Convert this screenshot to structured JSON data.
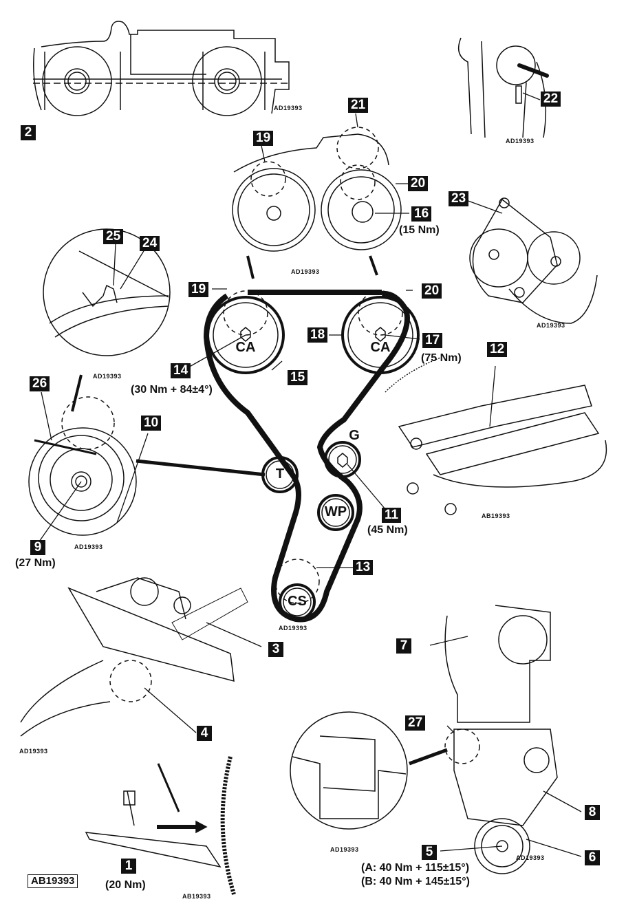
{
  "reference_code": "AB19393",
  "drawing_refs": {
    "ad": "AD19393",
    "ab": "AB19393"
  },
  "callouts": [
    {
      "id": "1",
      "label": "1",
      "torque": "(20 Nm)"
    },
    {
      "id": "2",
      "label": "2"
    },
    {
      "id": "3",
      "label": "3"
    },
    {
      "id": "4",
      "label": "4"
    },
    {
      "id": "5",
      "label": "5",
      "torque_a": "(A: 40 Nm + 115±15°)",
      "torque_b": "(B: 40 Nm + 145±15°)"
    },
    {
      "id": "6",
      "label": "6"
    },
    {
      "id": "7",
      "label": "7"
    },
    {
      "id": "8",
      "label": "8"
    },
    {
      "id": "9",
      "label": "9",
      "torque": "(27 Nm)"
    },
    {
      "id": "10",
      "label": "10"
    },
    {
      "id": "11",
      "label": "11",
      "torque": "(45 Nm)"
    },
    {
      "id": "12",
      "label": "12"
    },
    {
      "id": "13",
      "label": "13"
    },
    {
      "id": "14",
      "label": "14",
      "torque": "(30 Nm + 84±4°)"
    },
    {
      "id": "15",
      "label": "15"
    },
    {
      "id": "16",
      "label": "16",
      "torque": "(15 Nm)"
    },
    {
      "id": "17",
      "label": "17",
      "torque": "(75 Nm)"
    },
    {
      "id": "18",
      "label": "18"
    },
    {
      "id": "19",
      "label": "19"
    },
    {
      "id": "20",
      "label": "20"
    },
    {
      "id": "21",
      "label": "21"
    },
    {
      "id": "22",
      "label": "22"
    },
    {
      "id": "23",
      "label": "23"
    },
    {
      "id": "24",
      "label": "24"
    },
    {
      "id": "25",
      "label": "25"
    },
    {
      "id": "26",
      "label": "26"
    },
    {
      "id": "27",
      "label": "27"
    }
  ],
  "duplicate_labels": {
    "19b": "19",
    "20b": "20"
  },
  "pulleys": {
    "camshaft_left": "CA",
    "camshaft_right": "CA",
    "tensioner": "T",
    "guide": "G",
    "water_pump": "WP",
    "crankshaft": "CS"
  }
}
